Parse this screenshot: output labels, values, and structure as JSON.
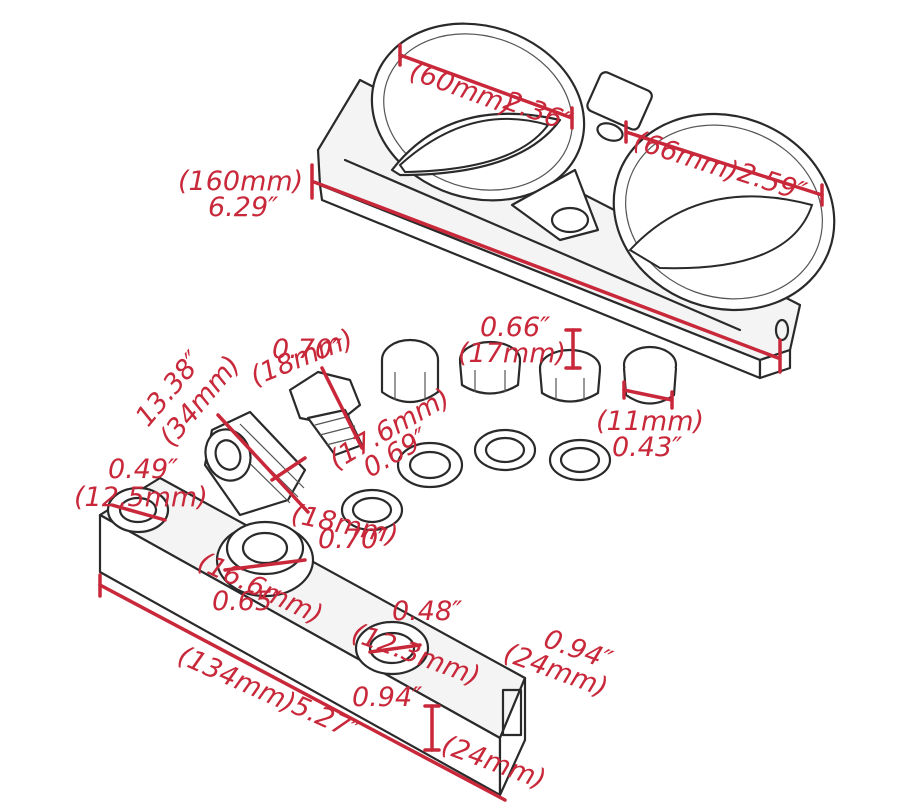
{
  "diagram": {
    "colors": {
      "dimension": "#c8283a",
      "outline": "#2a2a2a"
    },
    "parts": {
      "bracket": "dual-gauge-mount-bracket-drawing",
      "fittings": "fittings-and-washers-drawing",
      "block": "sandwich-adapter-block-drawing"
    },
    "labels": {
      "gauge_left_mm": "(60mm)",
      "gauge_left_in": "2.36″",
      "gauge_right_mm": "(66mm)",
      "gauge_right_in": "2.59″",
      "bracket_len_mm": "(160mm)",
      "bracket_len_in": "6.29″",
      "plug_in": "0.66″",
      "plug_mm": "(17mm)",
      "hex_in": "0.70″",
      "hex_mm": "(18mm)",
      "adapter_len_in": "13.38″",
      "adapter_len_mm": "(34mm)",
      "bolt_thread_mm": "(17.6mm)",
      "bolt_thread_in": "0.69″",
      "small_nut_mm": "(11mm)",
      "small_nut_in": "0.43″",
      "port_left_in": "0.49″",
      "port_left_mm": "(12.5mm)",
      "adapter_hex_mm": "(18mm)",
      "adapter_hex_in": "0.70″",
      "center_port_mm": "(16.6mm)",
      "center_port_in": "0.65″",
      "port_right_in": "0.48″",
      "port_right_mm": "(12.3mm)",
      "block_width_in": "0.94″",
      "block_width_mm": "(24mm)",
      "block_height_in": "0.94″",
      "block_height_mm": "(24mm)",
      "block_len_mm": "(134mm)",
      "block_len_in": "5.27″"
    }
  }
}
